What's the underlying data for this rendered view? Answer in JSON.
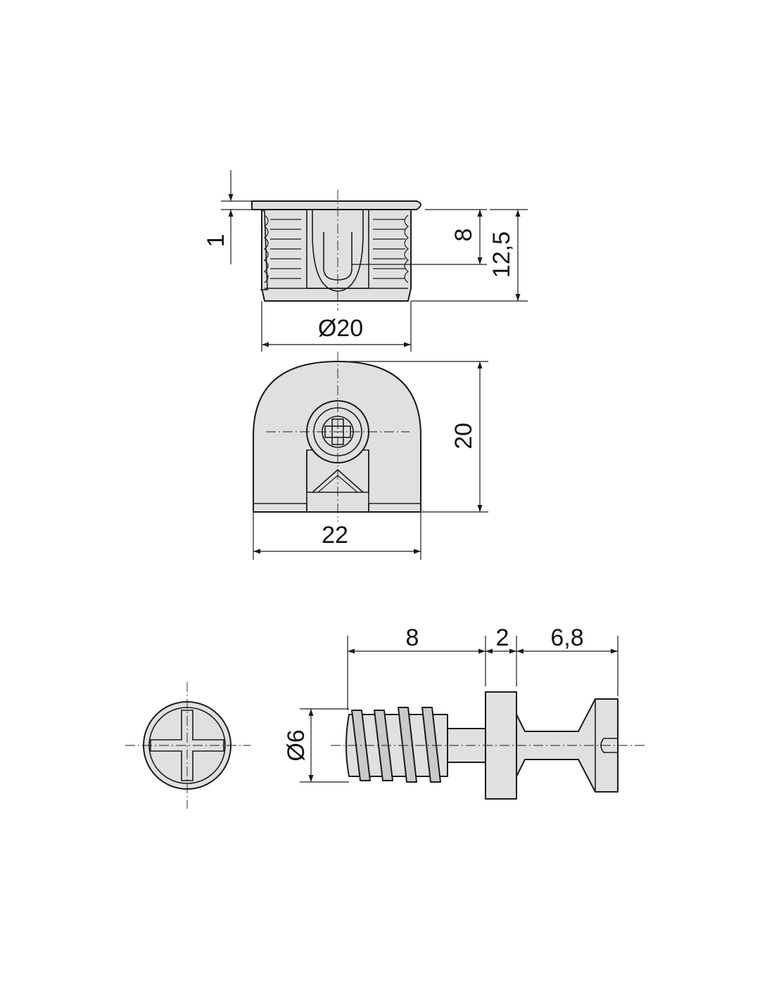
{
  "dimensions": {
    "cam_head_thickness": "1",
    "cam_slot_depth": "8",
    "cam_height": "12,5",
    "cam_diameter": "Ø20",
    "cam_side_height": "20",
    "cam_side_width": "22",
    "bolt_thread_length": "8",
    "bolt_collar_width": "2",
    "bolt_head_length": "6,8",
    "bolt_thread_diameter": "Ø6"
  },
  "colors": {
    "part_fill": "#dfe0e2",
    "line": "#1a1a1a"
  }
}
